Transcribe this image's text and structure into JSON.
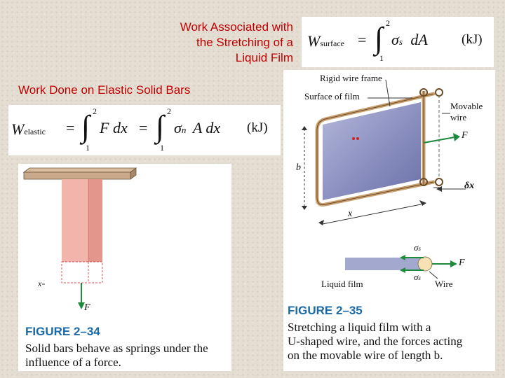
{
  "slide": {
    "title_film": "Work Associated with the Stretching of a Liquid Film",
    "title_film_lines": [
      "Work Associated with",
      "the Stretching of a",
      "Liquid Film"
    ],
    "title_bars": "Work Done on Elastic Solid Bars"
  },
  "equations": {
    "surface": {
      "lhs_symbol": "W",
      "lhs_sub": "surface",
      "equals": "=",
      "upper": "2",
      "lower": "1",
      "integrand_sigma": "σ",
      "integrand_sub": "s",
      "differential": "dA",
      "unit": "(kJ)"
    },
    "elastic": {
      "lhs_symbol": "W",
      "lhs_sub": "elastic",
      "equals": "=",
      "upper": "2",
      "lower": "1",
      "integrand1": "F dx",
      "integrand2_sigma": "σ",
      "integrand2_sub": "n",
      "integrand2_rest": "A dx",
      "unit": "(kJ)"
    }
  },
  "figure_34": {
    "title": "FIGURE 2–34",
    "caption_lines": [
      "Solid bars behave as springs under the",
      "influence of a force."
    ],
    "label_x": "x",
    "label_F": "F",
    "colors": {
      "bar": "#f2b5ac",
      "bar_dark": "#e2968c",
      "beam": "#c9a98a",
      "arrow": "#1f8a3c"
    }
  },
  "figure_35": {
    "title": "FIGURE 2–35",
    "caption_lines": [
      "Stretching a liquid film with a",
      "U-shaped wire, and the forces acting",
      "on the movable wire of length b."
    ],
    "label_rigid_frame": "Rigid wire frame",
    "label_surface": "Surface of film",
    "label_movable_1": "Movable",
    "label_movable_2": "wire",
    "label_F": "F",
    "label_b": "b",
    "label_dx": "δx",
    "label_x": "x",
    "label_sigma_top": "σ",
    "label_sigma_top_sub": "s",
    "label_sigma_bottom": "σ",
    "label_sigma_bottom_sub": "s",
    "label_F2": "F",
    "label_liquid_film": "Liquid film",
    "label_wire": "Wire",
    "colors": {
      "film": "#7e84b6",
      "frame": "#c8a070",
      "arrow": "#1f8a3c",
      "red": "#cc2222"
    }
  }
}
